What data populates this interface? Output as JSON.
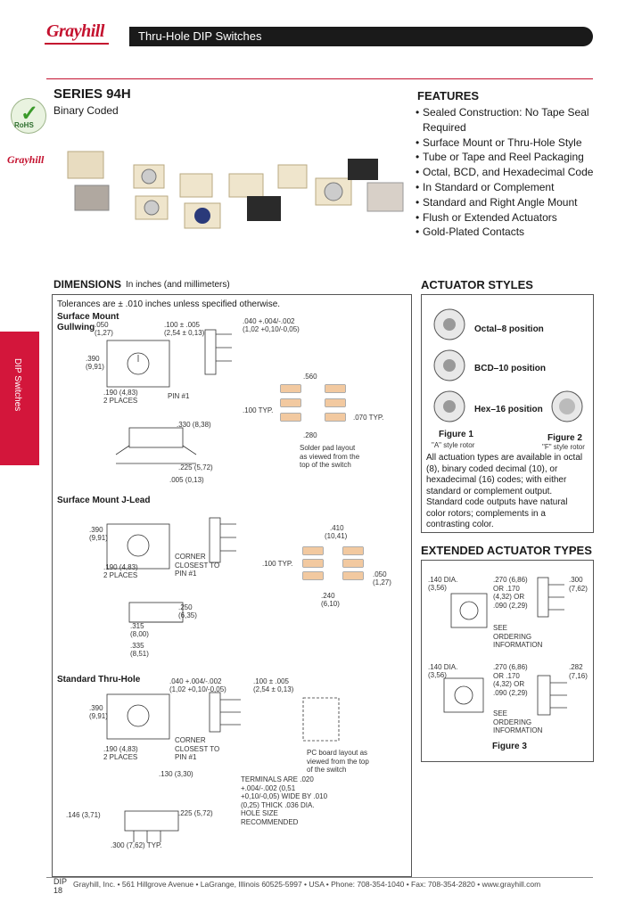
{
  "header": {
    "brand": "Grayhill",
    "section_title": "Thru-Hole DIP Switches"
  },
  "side_tab": "DIP Switches",
  "badges": {
    "rohs": "RoHS",
    "small_logo": "Grayhill"
  },
  "series": {
    "title": "SERIES 94H",
    "subtitle": "Binary Coded"
  },
  "features": {
    "heading": "FEATURES",
    "items": [
      "Sealed Construction: No Tape Seal Required",
      "Surface Mount or Thru-Hole Style",
      "Tube or Tape and Reel Packaging",
      "Octal, BCD, and Hexadecimal Code",
      "In Standard or Complement",
      "Standard and Right Angle Mount",
      "Flush or Extended Actuators",
      "Gold-Plated Contacts"
    ]
  },
  "dimensions": {
    "heading": "DIMENSIONS",
    "units": "In inches (and millimeters)",
    "tolerance": "Tolerances are ± .010 inches unless specified otherwise.",
    "sections": {
      "gullwing": "Surface Mount Gullwing",
      "jlead": "Surface Mount J-Lead",
      "thru": "Standard Thru-Hole"
    },
    "labels": {
      "pin1": "PIN #1",
      "corner_closest": "CORNER CLOSEST TO PIN #1",
      "two_places": "2 PLACES",
      "solder_pad": "Solder pad layout as viewed from the top of the switch",
      "pc_board": "PC board layout as viewed from the top of the switch",
      "terminals": "TERMINALS ARE .020 +.004/-.002 (0,51 +0,10/-0,05) WIDE BY .010 (0,25) THICK .036 DIA. HOLE SIZE RECOMMENDED",
      "typ": "TYP."
    },
    "values": {
      "d1": ".050",
      "d1mm": "(1,27)",
      "d2": ".100 ± .005",
      "d2mm": "(2,54 ± 0,13)",
      "d3": ".040 +.004/-.002",
      "d3mm": "(1,02 +0,10/-0,05)",
      "d4": ".390",
      "d4mm": "(9,91)",
      "d5": ".190 (4,83)",
      "d6": ".560",
      "d7": ".100 TYP.",
      "d8": ".070 TYP.",
      "d9": ".280",
      "d10": ".330 (8,38)",
      "d11": ".225 (5,72)",
      "d12": ".005 (0,13)",
      "d13": ".410",
      "d13mm": "(10,41)",
      "d14": ".250",
      "d14mm": "(6,35)",
      "d15": ".315",
      "d15mm": "(8,00)",
      "d16": ".335",
      "d16mm": "(8,51)",
      "d17": ".240",
      "d17mm": "(6,10)",
      "d18": ".130 (3,30)",
      "d19": ".300 (7,62) TYP.",
      "d20": ".146 (3,71)"
    }
  },
  "actuator_styles": {
    "heading": "ACTUATOR STYLES",
    "octal": "Octal–8 position",
    "bcd": "BCD–10 position",
    "hex": "Hex–16 position",
    "fig1_title": "Figure 1",
    "fig1_sub": "\"A\" style rotor",
    "fig2_title": "Figure 2",
    "fig2_sub": "\"F\" style rotor",
    "text": "All actuation types are available in octal (8), binary coded decimal (10), or hexadecimal (16) codes; with either standard or complement output. Standard code outputs have natural color rotors; complements in a contrasting color."
  },
  "extended": {
    "heading": "EXTENDED ACTUATOR TYPES",
    "a_dia": ".140 DIA.",
    "a_diamm": "(3,56)",
    "a_vals": ".270 (6,86) OR .170 (4,32) OR .090 (2,29)",
    "see": "SEE ORDERING INFORMATION",
    "a_right": ".300 (7,62)",
    "b_dia": ".140 DIA.",
    "b_diamm": "(3,56)",
    "b_right": ".282 (7,16)",
    "fig3": "Figure 3"
  },
  "footer": {
    "page_label": "DIP",
    "page_num": "18",
    "text": "Grayhill, Inc. • 561 Hillgrove Avenue • LaGrange, Illinois 60525-5997 • USA • Phone: 708-354-1040 • Fax: 708-354-2820 • www.grayhill.com"
  },
  "colors": {
    "brand_red": "#c4122f",
    "tab_red": "#d3163b",
    "bar": "#1a1a1a"
  }
}
